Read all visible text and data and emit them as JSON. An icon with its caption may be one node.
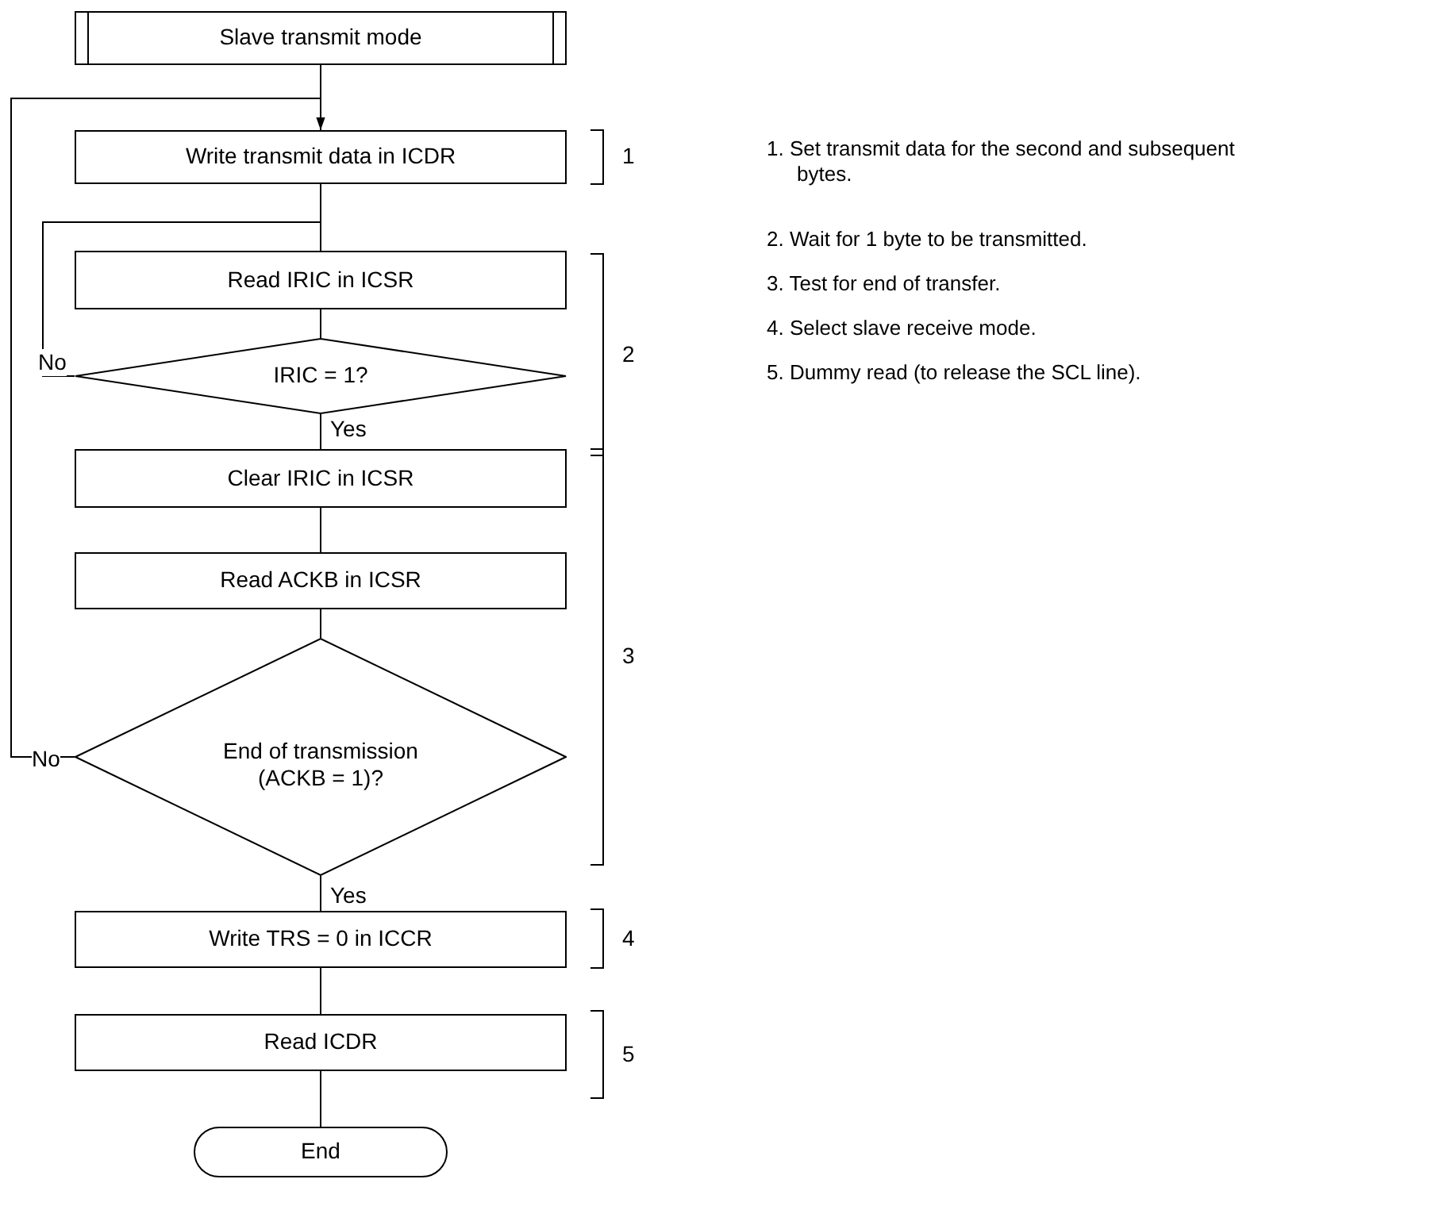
{
  "diagram": {
    "nodes": [
      {
        "text": [
          "Slave transmit mode"
        ]
      },
      {
        "text": [
          "Write transmit data in ICDR"
        ]
      },
      {
        "text": [
          "Read IRIC in ICSR"
        ]
      },
      {
        "text": [
          "IRIC = 1?"
        ]
      },
      {
        "text": [
          "Clear IRIC in ICSR"
        ]
      },
      {
        "text": [
          "Read ACKB in ICSR"
        ]
      },
      {
        "text": [
          "End of transmission (ACKB = 1)?"
        ]
      },
      {
        "text": [
          "Write TRS = 0 in ICCR"
        ]
      },
      {
        "text": [
          "Read ICDR"
        ]
      },
      {
        "text": [
          "End"
        ]
      }
    ],
    "edges": [
      {
        "from": 0,
        "to": 1,
        "arrow": "none"
      },
      {
        "from": 1,
        "to": 2,
        "arrow": "none"
      },
      {
        "from": 2,
        "to": 3,
        "arrow": "none"
      },
      {
        "from": 3,
        "to": 4,
        "label": "Yes",
        "arrow": "none"
      },
      {
        "from": 3,
        "to": 2,
        "label": "No",
        "arrow": "none"
      },
      {
        "from": 4,
        "to": 5,
        "arrow": "none"
      },
      {
        "from": 5,
        "to": 6,
        "arrow": "none"
      },
      {
        "from": 6,
        "to": 7,
        "label": "Yes",
        "arrow": "none"
      },
      {
        "from": 6,
        "to": 1,
        "label": "No",
        "arrow": "to"
      },
      {
        "from": 7,
        "to": 8,
        "arrow": "none"
      },
      {
        "from": 8,
        "to": 9,
        "arrow": "none"
      }
    ],
    "labels": [
      "1",
      "2",
      "3",
      "4",
      "5",
      "1. Set transmit data for the second and subsequent bytes.",
      "2. Wait for 1 byte to be transmitted.",
      "3. Test for end of transfer.",
      "4. Select slave receive mode.",
      "5. Dummy read (to release the SCL line)."
    ]
  }
}
